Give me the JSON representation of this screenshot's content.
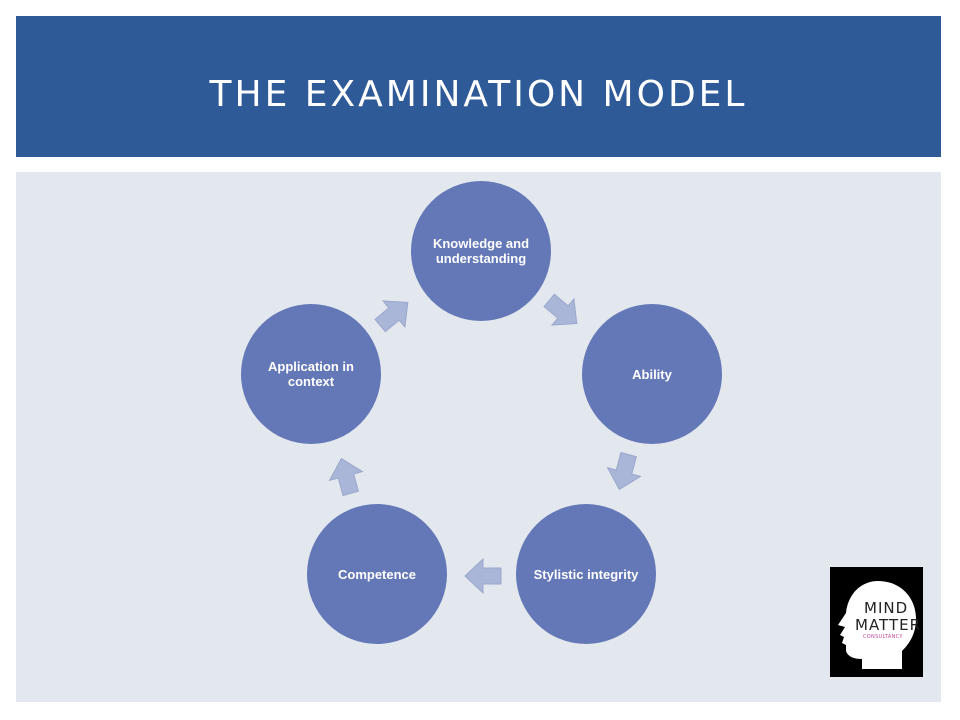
{
  "slide": {
    "title": "THE EXAMINATION MODEL"
  },
  "diagram": {
    "nodes": [
      {
        "id": "knowledge",
        "label": "Knowledge and understanding"
      },
      {
        "id": "ability",
        "label": "Ability"
      },
      {
        "id": "stylistic",
        "label": "Stylistic integrity"
      },
      {
        "id": "competence",
        "label": "Competence"
      },
      {
        "id": "application",
        "label": "Application in context"
      }
    ],
    "flow": [
      "knowledge",
      "ability",
      "stylistic",
      "competence",
      "application",
      "knowledge"
    ]
  },
  "logo": {
    "line1": "MIND",
    "line2": "MATTER",
    "line3": "CONSULTANCY",
    "accent_color": "#e0429a"
  },
  "colors": {
    "title_bar": "#2e5a97",
    "panel": "#e3e8ef",
    "node": "#6478b7",
    "arrow": "#aab6d8"
  }
}
